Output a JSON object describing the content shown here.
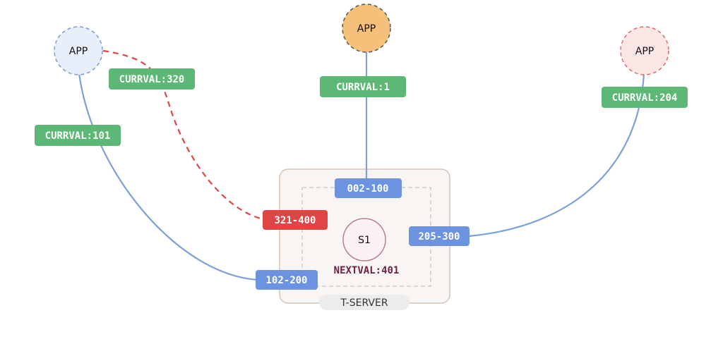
{
  "diagram": {
    "apps": [
      {
        "label": "APP",
        "fill": "#e8effb",
        "stroke": "#7a9ad8"
      },
      {
        "label": "APP",
        "fill": "#f4c07a",
        "stroke": "#555555"
      },
      {
        "label": "APP",
        "fill": "#fbe6e6",
        "stroke": "#e06a6a"
      }
    ],
    "currval_labels": [
      {
        "text": "CURRVAL:320",
        "color": "#5cb874"
      },
      {
        "text": "CURRVAL:101",
        "color": "#5cb874"
      },
      {
        "text": "CURRVAL:1",
        "color": "#5cb874"
      },
      {
        "text": "CURRVAL:204",
        "color": "#5cb874"
      }
    ],
    "ranges": [
      {
        "text": "002-100",
        "color": "#6b93df"
      },
      {
        "text": "321-400",
        "color": "#e04444"
      },
      {
        "text": "205-300",
        "color": "#6b93df"
      },
      {
        "text": "102-200",
        "color": "#6b93df"
      }
    ],
    "sequence": {
      "label": "S1",
      "nextval": "NEXTVAL:401",
      "nextval_color": "#6a2346"
    },
    "server": {
      "label": "T-SERVER"
    },
    "colors": {
      "line_blue": "#6b93df",
      "line_red": "#e04444",
      "server_fill": "#f8f5f3",
      "server_border": "#d9c4b3"
    }
  }
}
